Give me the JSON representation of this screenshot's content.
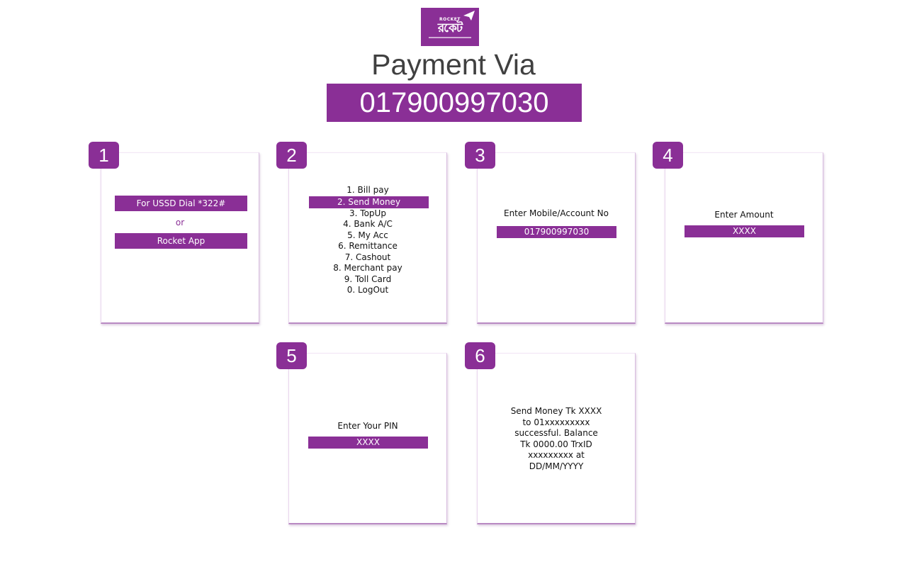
{
  "logo": {
    "brand": "ROCKET",
    "mark": "রকেট",
    "color": "#8a2f96",
    "icon": "paper-plane-icon"
  },
  "header": {
    "title": "Payment Via",
    "number": "017900997030"
  },
  "steps": [
    {
      "number": "1",
      "ussd_label": "For USSD Dial *322#",
      "or_text": "or",
      "app_label": "Rocket App"
    },
    {
      "number": "2",
      "menu": [
        "1. Bill pay",
        "2. Send Money",
        "3. TopUp",
        "4. Bank A/C",
        "5. My Acc",
        "6. Remittance",
        "7. Cashout",
        "8. Merchant pay",
        "9. Toll Card",
        "0. LogOut"
      ],
      "selected_index": 1
    },
    {
      "number": "3",
      "prompt": "Enter Mobile/Account No",
      "value": "017900997030"
    },
    {
      "number": "4",
      "prompt": "Enter Amount",
      "value": "XXXX"
    },
    {
      "number": "5",
      "prompt": "Enter Your PIN",
      "value": "XXXX"
    },
    {
      "number": "6",
      "lines": [
        "Send Money Tk XXXX",
        "to 01xxxxxxxxx",
        "successful. Balance",
        "Tk 0000.00 TrxID",
        "xxxxxxxxx at",
        "DD/MM/YYYY"
      ]
    }
  ]
}
